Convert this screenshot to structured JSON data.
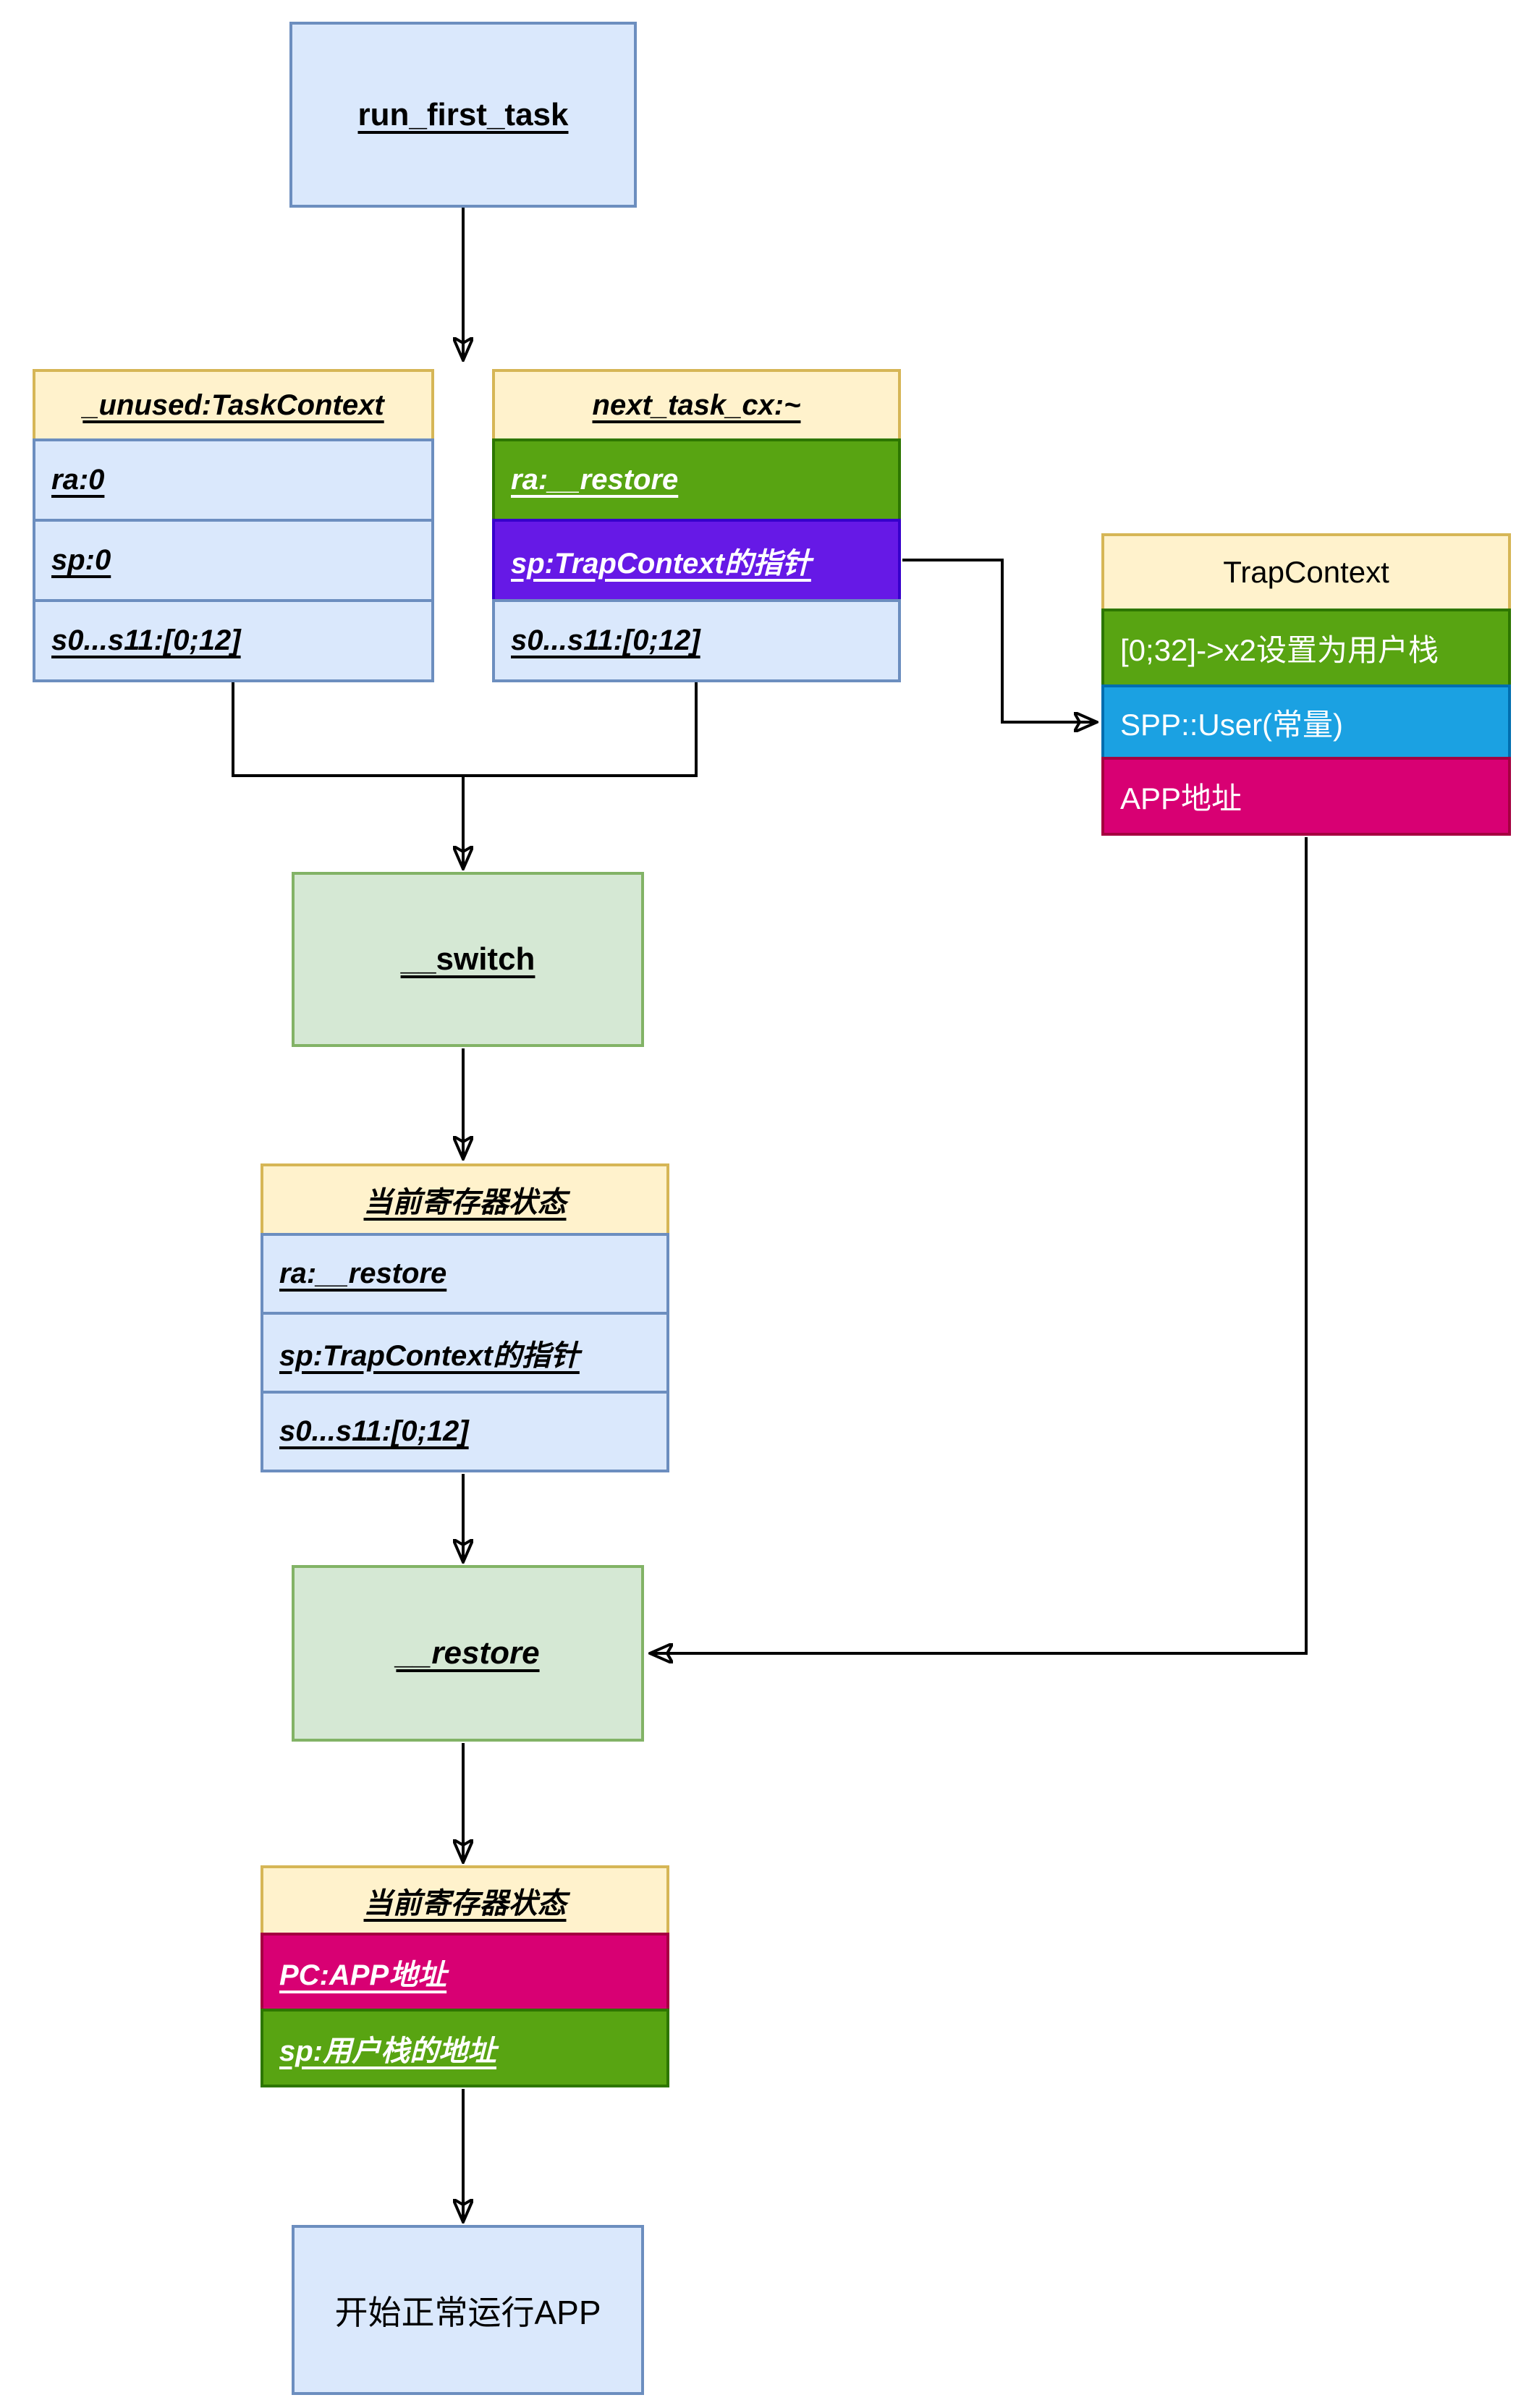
{
  "diagram_type": "flowchart",
  "colors": {
    "box_blue_fill": "#dae8fc",
    "box_blue_border": "#6c8ebf",
    "header_yellow_fill": "#fff2cc",
    "header_yellow_border": "#d6b656",
    "process_green_fill": "#d5e8d4",
    "process_green_border": "#82b366",
    "row_green_fill": "#58a412",
    "row_green_border": "#2d7600",
    "row_purple_fill": "#6619e6",
    "row_purple_border": "#3700cc",
    "row_cyan_fill": "#1ba1e2",
    "row_cyan_border": "#006eaf",
    "row_magenta_fill": "#d80073",
    "row_magenta_border": "#a50040",
    "edge_color": "#000000"
  },
  "nodes": {
    "run_first_task": {
      "label": "run_first_task"
    },
    "unused": {
      "title": "_unused:TaskContext",
      "rows": [
        "ra:0",
        "sp:0",
        "s0...s11:[0;12]"
      ]
    },
    "next_task": {
      "title": "next_task_cx:~",
      "rows": [
        "ra:__restore",
        "sp:TrapContext的指针",
        "s0...s11:[0;12]"
      ]
    },
    "trap_context": {
      "title": "TrapContext",
      "rows": [
        "[0;32]->x2设置为用户栈",
        "SPP::User(常量)",
        "APP地址"
      ]
    },
    "switch": {
      "label": "__switch"
    },
    "regs_after_switch": {
      "title": "当前寄存器状态",
      "rows": [
        "ra:__restore",
        "sp:TrapContext的指针",
        "s0...s11:[0;12]"
      ]
    },
    "restore": {
      "label": "__restore"
    },
    "regs_after_restore": {
      "title": "当前寄存器状态",
      "rows": [
        "PC:APP地址",
        "sp:用户栈的地址"
      ]
    },
    "run_app": {
      "label": "开始正常运行APP"
    }
  }
}
